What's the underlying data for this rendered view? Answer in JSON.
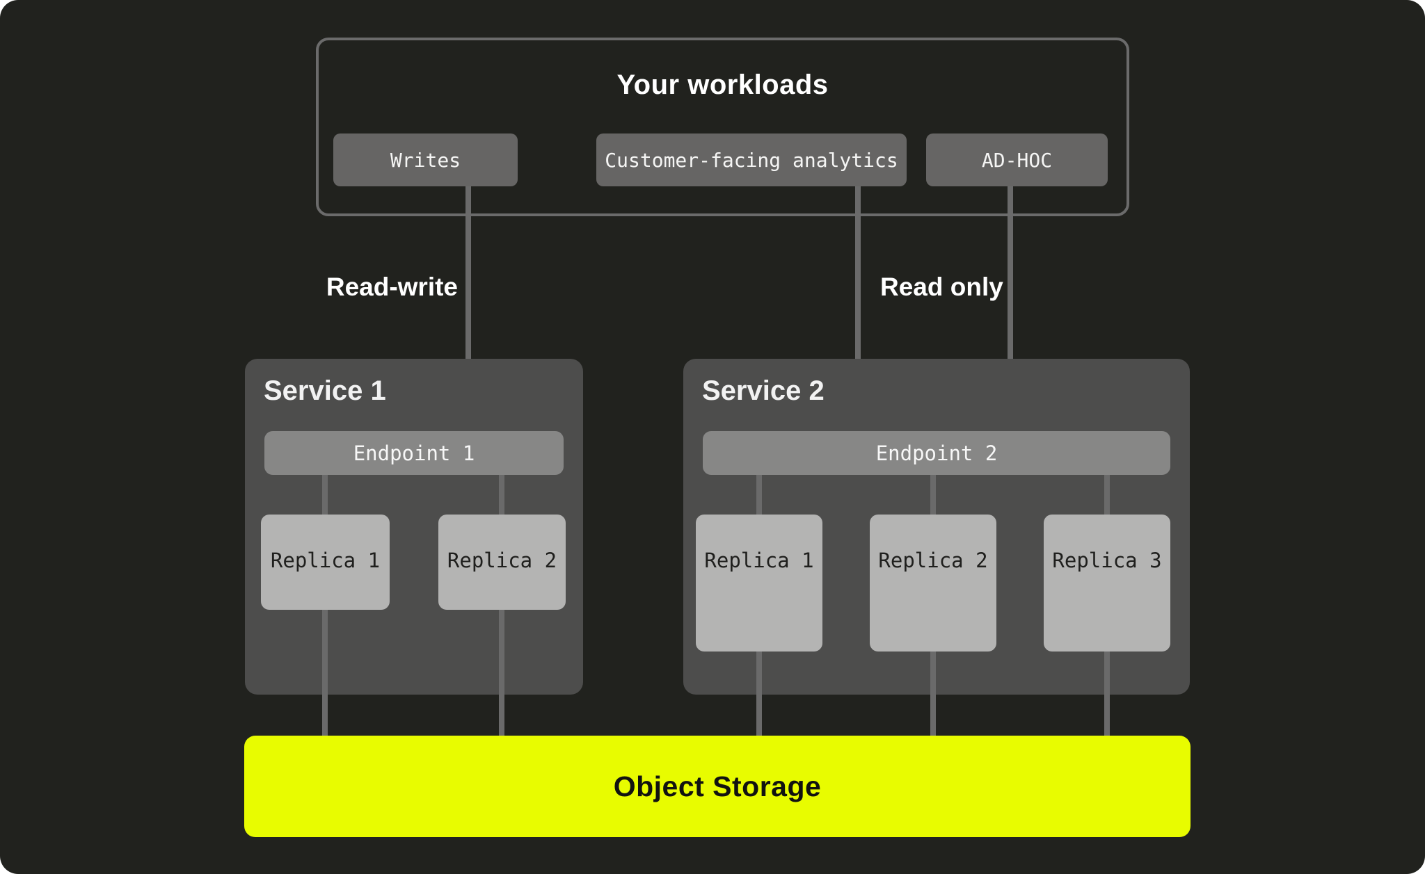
{
  "page": {
    "background_color": "#21221e",
    "accent_color": "#e8fc00",
    "line_color": "#6a6a6a",
    "panel_color": "#4d4d4c"
  },
  "workloads": {
    "title": "Your workloads",
    "items": [
      {
        "label": "Writes"
      },
      {
        "label": "Customer-facing analytics"
      },
      {
        "label": "AD-HOC"
      }
    ]
  },
  "edges": {
    "read_write_label": "Read-write",
    "read_only_label": "Read only"
  },
  "services": [
    {
      "name": "Service 1",
      "endpoint": "Endpoint 1",
      "replicas": [
        {
          "label": "Replica 1"
        },
        {
          "label": "Replica 2"
        }
      ]
    },
    {
      "name": "Service 2",
      "endpoint": "Endpoint 2",
      "replicas": [
        {
          "label": "Replica 1"
        },
        {
          "label": "Replica 2"
        },
        {
          "label": "Replica 3"
        }
      ]
    }
  ],
  "storage": {
    "label": "Object Storage"
  }
}
